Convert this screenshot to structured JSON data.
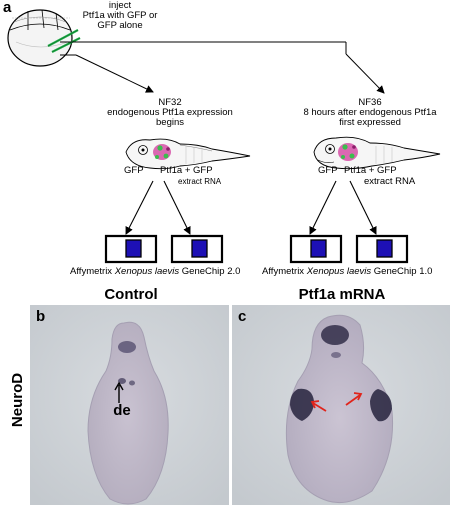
{
  "panel_a": {
    "letter": "a",
    "inject_text": [
      "inject",
      "Ptf1a with GFP or",
      "GFP alone"
    ],
    "left_branch": {
      "stage": "NF32",
      "description": [
        "endogenous Ptf1a expression",
        "begins"
      ],
      "gfp_label": "GFP",
      "ptf1a_label": "Ptf1a + GFP",
      "extract_label": "extract RNA",
      "chip_label_prefix": "Affymetrix ",
      "chip_label_italic": "Xenopus laevis",
      "chip_label_suffix": " GeneChip 2.0"
    },
    "right_branch": {
      "stage": "NF36",
      "description": [
        "8 hours after endogenous Ptf1a",
        "first expressed"
      ],
      "gfp_label": "GFP",
      "ptf1a_label": "Ptf1a + GFP",
      "extract_label": "extract RNA",
      "chip_label_prefix": "Affymetrix ",
      "chip_label_italic": "Xenopus laevis",
      "chip_label_suffix": " GeneChip 1.0"
    },
    "colors": {
      "chip_square": "#1d10b5",
      "needle": "#22b14c",
      "stain": "#d64fa6"
    }
  },
  "panel_b": {
    "letter": "b",
    "header": "Control",
    "annotation": "de"
  },
  "panel_c": {
    "letter": "c",
    "header": "Ptf1a mRNA"
  },
  "row_label": "NeuroD",
  "colors": {
    "photo_bg": "#cfd3d7",
    "tissue": "#c2bccb",
    "stain_dark": "#3a3550",
    "arrow_red": "#e0241b"
  }
}
